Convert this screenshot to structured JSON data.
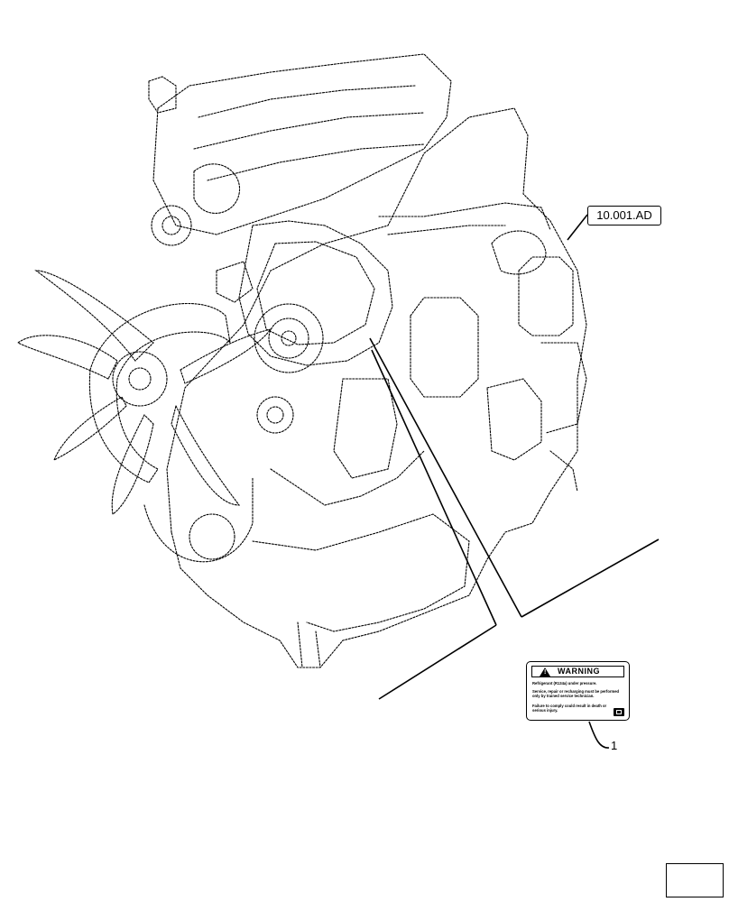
{
  "reference_label": "10.001.AD",
  "callout_number": "1",
  "warning_decal": {
    "title": "WARNING",
    "line1": "Refrigerant (R134a) under pressure.",
    "line2": "Service, repair or recharging must be performed only by trained service technician.",
    "line3": "Failure to comply could result in death or serious injury."
  },
  "icons": {
    "warning_triangle": "warning-triangle-icon",
    "manual": "operator-manual-icon",
    "navigation": "return-arrow-icon"
  }
}
